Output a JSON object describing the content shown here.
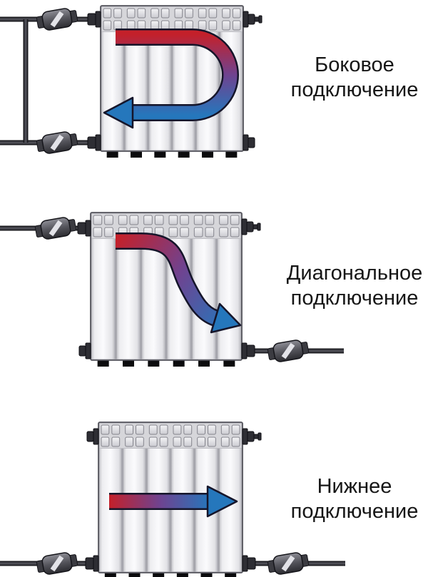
{
  "page": {
    "background": "#ffffff"
  },
  "colors": {
    "hot": "#c4202a",
    "cold": "#2577bc",
    "mid": "#6f4390",
    "arrow_outline": "#15152a",
    "metal_dark": "#2e2e34",
    "pipe_dark": "#1a1a1e",
    "pipe_mid": "#4b4b52",
    "radiator_body": "#a6a6ad",
    "radiator_panel_light": "#fbfbfd"
  },
  "diagrams": [
    {
      "id": "side",
      "label": "Боковое подключение",
      "flow": "u-turn-top-in-side-out"
    },
    {
      "id": "diagonal",
      "label": "Диагональное подключение",
      "flow": "s-curve-top-left-to-bottom-right"
    },
    {
      "id": "bottom",
      "label": "Нижнее подключение",
      "flow": "straight-left-to-right-bottom"
    }
  ]
}
